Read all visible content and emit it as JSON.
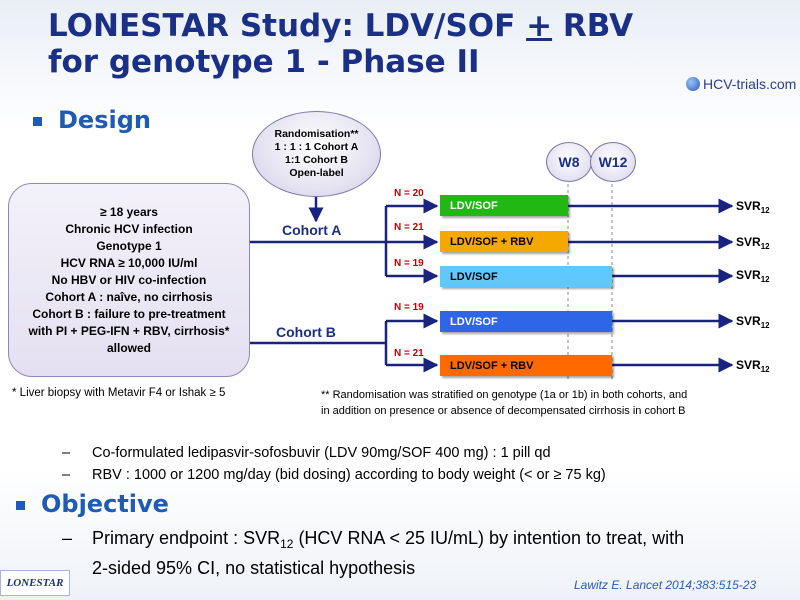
{
  "title": {
    "line1_a": "LONESTAR Study: LDV/SOF ",
    "line1_plusminus": "+",
    "line1_b": " RBV",
    "line2": "for genotype 1 - Phase II"
  },
  "logo": {
    "text": "HCV-trials.com"
  },
  "sections": {
    "design": "Design",
    "objective": "Objective"
  },
  "randomisation": {
    "lines": [
      "Randomisation**",
      "1 : 1 : 1 Cohort A",
      "1:1 Cohort B",
      "Open-label"
    ]
  },
  "criteria": {
    "lines": [
      "≥ 18 years",
      "Chronic HCV infection",
      "Genotype 1",
      "HCV RNA ≥ 10,000 IU/ml",
      "No HBV or HIV co-infection",
      "Cohort A : naîve, no cirrhosis",
      "Cohort B : failure to pre-treatment",
      "with PI + PEG-IFN + RBV, cirrhosis*",
      "allowed"
    ]
  },
  "weeks": {
    "w8": "W8",
    "w12": "W12"
  },
  "cohorts": {
    "a": "Cohort  A",
    "b": "Cohort  B"
  },
  "arms": [
    {
      "n": "N = 20",
      "label": "LDV/SOF",
      "color": "#22b814",
      "text_color": "#ffffff",
      "weeks": 8
    },
    {
      "n": "N = 21",
      "label": "LDV/SOF + RBV",
      "color": "#f5a800",
      "text_color": "#000000",
      "weeks": 8
    },
    {
      "n": "N = 19",
      "label": "LDV/SOF",
      "color": "#5ec8ff",
      "text_color": "#000000",
      "weeks": 12
    },
    {
      "n": "N = 19",
      "label": "LDV/SOF",
      "color": "#2f66e8",
      "text_color": "#ffffff",
      "weeks": 12
    },
    {
      "n": "N = 21",
      "label": "LDV/SOF + RBV",
      "color": "#ff6a00",
      "text_color": "#000000",
      "weeks": 12
    }
  ],
  "outcome": {
    "main": "SVR",
    "sub": "12"
  },
  "footnotes": {
    "left": "* Liver biopsy with Metavir F4 or Ishak ≥ 5",
    "right_line1": "** Randomisation was stratified on genotype (1a or 1b) in both cohorts, and",
    "right_line2": "in addition on presence or absence of decompensated cirrhosis in cohort B"
  },
  "design_items": [
    "Co-formulated ledipasvir-sofosbuvir (LDV 90mg/SOF 400 mg) : 1 pill qd",
    "RBV : 1000 or 1200 mg/day (bid dosing) according to body weight (< or ≥ 75 kg)"
  ],
  "objective": {
    "pre": "Primary endpoint : SVR",
    "sub": "12",
    "post": " (HCV RNA < 25 IU/mL) by intention to treat, with",
    "line2": "2-sided 95% CI, no statistical hypothesis"
  },
  "footer": {
    "study": "LONESTAR",
    "citation": "Lawitz  E. Lancet 2014;383:515-23"
  },
  "colors": {
    "title": "#1a2f86",
    "accent": "#1f5bb5",
    "line": "#1a237e"
  }
}
